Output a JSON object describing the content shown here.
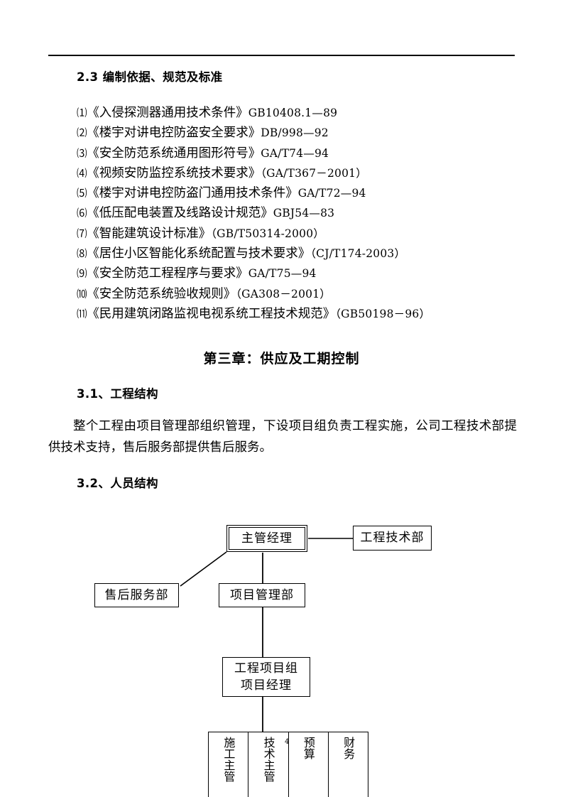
{
  "document": {
    "section_2_3": {
      "heading": "2.3 编制依据、规范及标准",
      "standards": [
        {
          "num": "⑴",
          "title": "《入侵探测器通用技术条件》",
          "code": "GB10408.1—89"
        },
        {
          "num": "⑵",
          "title": "《楼宇对讲电控防盗安全要求》",
          "code": "DB/998—92"
        },
        {
          "num": "⑶",
          "title": "《安全防范系统通用图形符号》",
          "code": "GA/T74—94"
        },
        {
          "num": "⑷",
          "title": "《视频安防监控系统技术要求》",
          "code": "（GA/T367－2001）"
        },
        {
          "num": "⑸",
          "title": "《楼宇对讲电控防盗门通用技术条件》",
          "code": "GA/T72—94"
        },
        {
          "num": "⑹",
          "title": "《低压配电装置及线路设计规范》",
          "code": "GBJ54—83"
        },
        {
          "num": "⑺",
          "title": "《智能建筑设计标准》",
          "code": "（GB/T50314-2000）"
        },
        {
          "num": "⑻",
          "title": "《居住小区智能化系统配置与技术要求》",
          "code": "（CJ/T174-2003）"
        },
        {
          "num": "⑼",
          "title": "《安全防范工程程序与要求》",
          "code": "GA/T75—94"
        },
        {
          "num": "⑽",
          "title": "《安全防范系统验收规则》",
          "code": "（GA308－2001）"
        },
        {
          "num": "⑾",
          "title": "《民用建筑闭路监视电视系统工程技术规范》",
          "code": "（GB50198－96）"
        }
      ]
    },
    "chapter_3": {
      "title": "第三章：供应及工期控制",
      "section_3_1": {
        "heading": "3.1、工程结构",
        "paragraph": "整个工程由项目管理部组织管理，下设项目组负责工程实施，公司工程技术部提供技术支持，售后服务部提供售后服务。"
      },
      "section_3_2": {
        "heading": "3.2、人员结构",
        "org_chart": {
          "manager": "主管经理",
          "engineering_tech_dept": "工程技术部",
          "after_sales_dept": "售后服务部",
          "project_mgmt_dept": "项目管理部",
          "project_team_line1": "工程项目组",
          "project_team_line2": "项目经理",
          "roles": [
            "施工主管",
            "技术主管",
            "预算",
            "财务"
          ]
        }
      }
    },
    "page_number_artifact": "4"
  }
}
